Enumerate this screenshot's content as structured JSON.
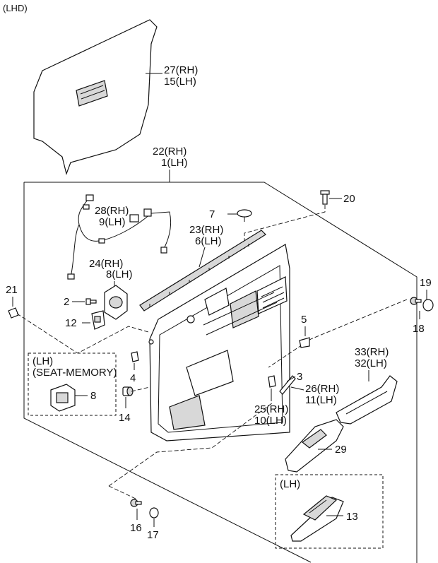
{
  "header": {
    "variant": "(LHD)"
  },
  "boxes": {
    "seat_memory_line1": "(LH)",
    "seat_memory_line2": "(SEAT-MEMORY)",
    "switch_box_label": "(LH)"
  },
  "callouts": {
    "p27_rh": "27(RH)",
    "p15_lh": "15(LH)",
    "p22_rh": "22(RH)",
    "p1_lh": "1(LH)",
    "p20": "20",
    "p28_rh": "28(RH)",
    "p9_lh": "9(LH)",
    "p7": "7",
    "p23_rh": "23(RH)",
    "p6_lh": "6(LH)",
    "p24_rh": "24(RH)",
    "p8_lh": "8(LH)",
    "p21": "21",
    "p2": "2",
    "p12": "12",
    "p19": "19",
    "p18": "18",
    "p5": "5",
    "p4": "4",
    "p8_memory": "8",
    "p14": "14",
    "p3": "3",
    "p26_rh": "26(RH)",
    "p11_lh": "11(LH)",
    "p25_rh": "25(RH)",
    "p10_lh": "10(LH)",
    "p33_rh": "33(RH)",
    "p32_lh": "32(LH)",
    "p29": "29",
    "p13": "13",
    "p16": "16",
    "p17": "17"
  }
}
